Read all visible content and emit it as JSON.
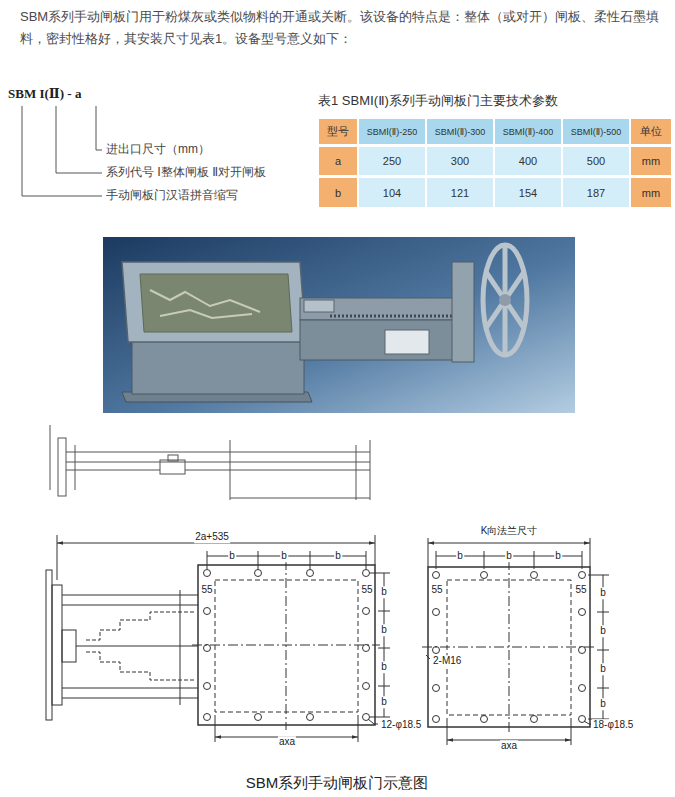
{
  "diagram": {
    "caption": "SBM系列手动闸板门示意图",
    "labels": [
      "SBM系列手动闸板门用于粉煤灰或类似物料的开通或关断。该设备的特点是：整体（或对开）闸板、柔性石墨填料，密封性格好，其安装尺寸见表1。设备型号意义如下：",
      "SBM I(Ⅱ) - a",
      "进出口尺寸（mm）",
      "系列代号  Ⅰ整体闸板 Ⅱ对开闸板",
      "手动闸板门汉语拼音缩写",
      "表1  SBMⅠ(Ⅱ)系列手动闸板门主要技术参数",
      "型号",
      "SBMⅠ(Ⅱ)-250",
      "SBMⅠ(Ⅱ)-300",
      "SBMⅠ(Ⅱ)-400",
      "SBMⅠ(Ⅱ)-500",
      "单位",
      "a",
      "250",
      "300",
      "400",
      "500",
      "mm",
      "b",
      "104",
      "121",
      "154",
      "187",
      "mm",
      "2a+535",
      "b",
      "b",
      "b",
      "55",
      "55",
      "b",
      "b",
      "b",
      "b",
      "axa",
      "12-φ18.5",
      "K向法兰尺寸",
      "b",
      "b",
      "b",
      "55",
      "55",
      "b",
      "b",
      "b",
      "b",
      "2-M16",
      "axa",
      "18-φ18.5"
    ]
  }
}
